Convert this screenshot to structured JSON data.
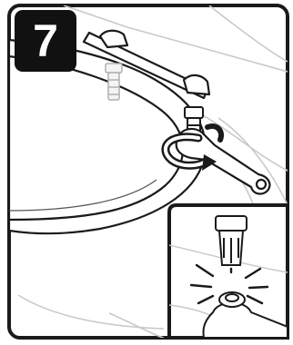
{
  "step": {
    "number": "7"
  },
  "illustration": {
    "subject": "toilet-seat-hinge-installation",
    "main_view": "wrench-tightening-hinge-bolt",
    "inset_view": "bolt-anchor-click-into-place"
  },
  "colors": {
    "line": "#1a1a1a",
    "faint_line": "#c8c8c8",
    "badge": "#111111"
  }
}
